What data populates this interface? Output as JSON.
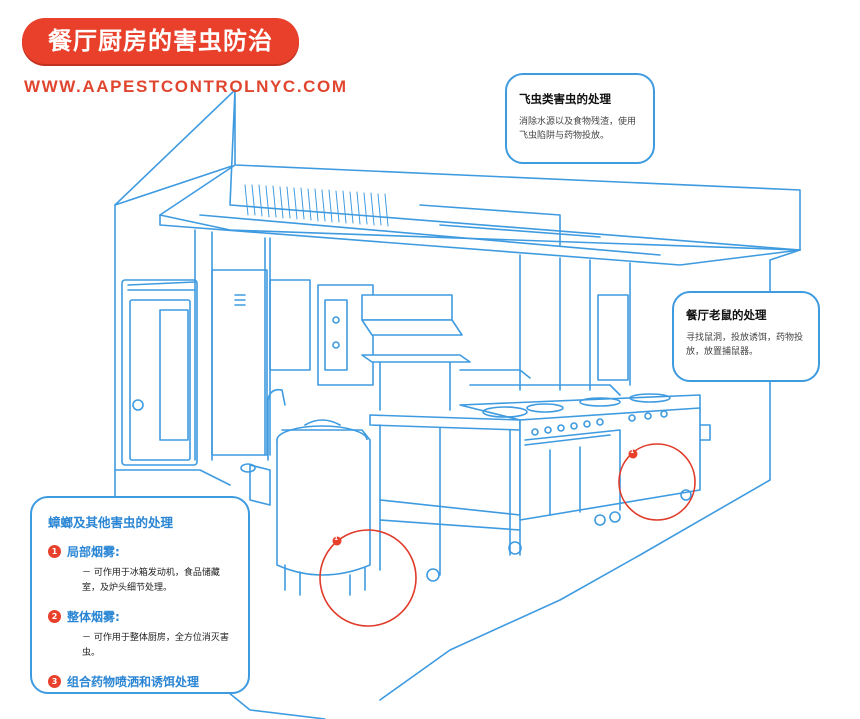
{
  "header": {
    "title": "餐厅厨房的害虫防治",
    "url": "WWW.AAPESTCONTROLNYC.COM"
  },
  "callouts": {
    "fly": {
      "title": "飞虫类害虫的处理",
      "body": "消除水源以及食物残渣，使用飞虫陷阱与药物投放。"
    },
    "rat": {
      "title": "餐厅老鼠的处理",
      "body": "寻找鼠洞，投放诱饵，药物投放，放置捕鼠器。"
    },
    "roach": {
      "title": "蟑螂及其他害虫的处理",
      "steps": [
        {
          "num": "1",
          "label": "局部烟雾:",
          "desc": "－ 可作用于冰箱发动机，食品储藏室，及炉头细节处理。"
        },
        {
          "num": "2",
          "label": "整体烟雾:",
          "desc": "－ 可作用于整体厨房，全方位消灭害虫。"
        },
        {
          "num": "3",
          "label": "组合药物喷洒和诱饵处理",
          "desc": ""
        }
      ]
    }
  },
  "markers": [
    "1",
    "1"
  ],
  "colors": {
    "accent_red": "#e8402a",
    "line_blue": "#3f9be0",
    "fill_blue": "#eaf4fc"
  }
}
